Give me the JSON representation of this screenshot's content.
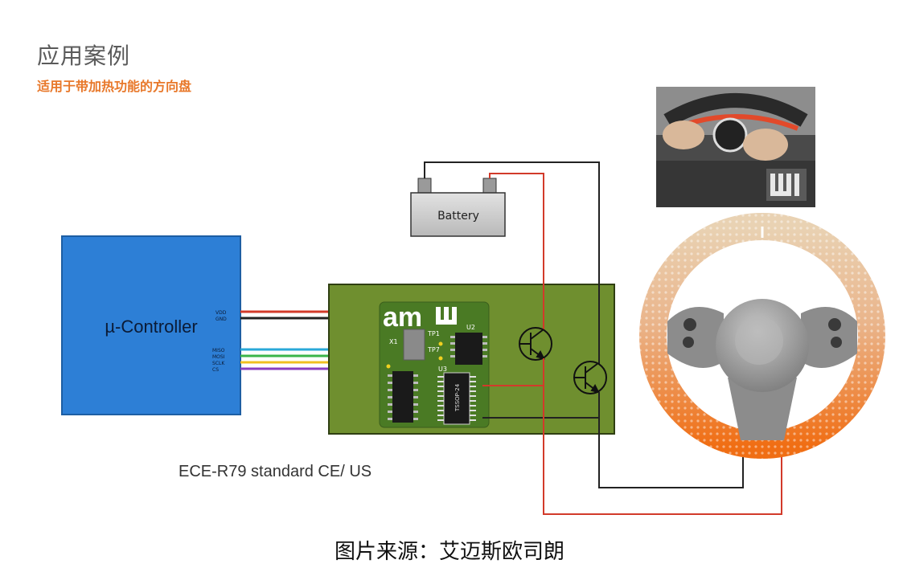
{
  "header": {
    "title": "应用案例",
    "subtitle": "适用于带加热功能的方向盘"
  },
  "diagram": {
    "controller_label": "µ-Controller",
    "battery_label": "Battery",
    "pins_power": [
      "VDD",
      "GND"
    ],
    "pins_spi": [
      "MISO",
      "MOSI",
      "SCLK",
      "CS"
    ],
    "pcb": {
      "logo": "am",
      "labels": [
        "X1",
        "TP1",
        "TP7",
        "U2",
        "U3"
      ],
      "chip_text": "TSSOP-24"
    },
    "colors": {
      "controller": "#2d7fd6",
      "board": "#6f8f2f",
      "pcb": "#4a7a24",
      "wire_red": "#d23a2a",
      "wire_black": "#222222",
      "rim_top": "#e8c9a2",
      "rim_bottom": "#f07a1e",
      "spi_wires": [
        "#2aa8d8",
        "#3bb54a",
        "#f0c020",
        "#8a3fc0"
      ]
    }
  },
  "standard_text": "ECE-R79 standard CE/ US",
  "caption": "图片来源：艾迈斯欧司朗"
}
